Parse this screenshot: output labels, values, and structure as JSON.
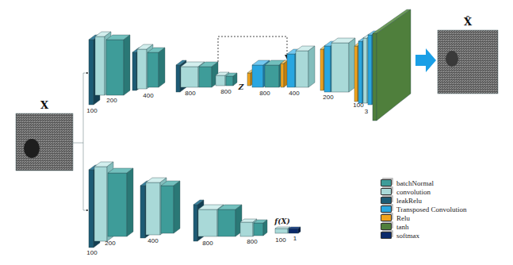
{
  "diagram": {
    "nodes": [
      {
        "text": [
          "X"
        ]
      },
      {
        "text": [
          "X̂"
        ]
      }
    ],
    "labels": [
      "100",
      "200",
      "400",
      "800",
      "800",
      "Z",
      "800",
      "400",
      "200",
      "100",
      "3",
      "100",
      "200",
      "400",
      "800",
      "800",
      "f(X)",
      "100",
      "1"
    ],
    "legend": [
      {
        "text": "batchNormal",
        "color": "#3e9c99"
      },
      {
        "text": "convolution",
        "color": "#a9d9d8"
      },
      {
        "text": "leakRelu",
        "color": "#1d5b75"
      },
      {
        "text": "Transposed Convolution",
        "color": "#29a6e0"
      },
      {
        "text": "Relu",
        "color": "#f2a31c"
      },
      {
        "text": "tanh",
        "color": "#4f7f3c"
      },
      {
        "text": "softmax",
        "color": "#0c2a6a"
      }
    ]
  }
}
